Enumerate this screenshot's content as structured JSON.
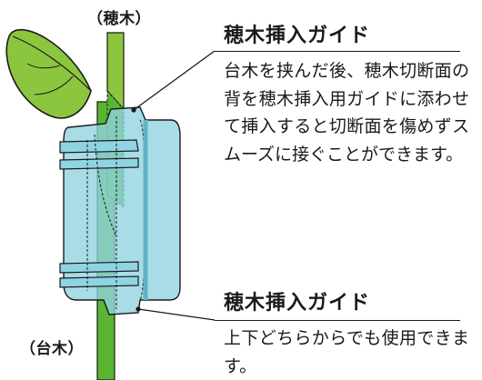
{
  "labels": {
    "scion": "（穂木）",
    "rootstock": "（台木）"
  },
  "sections": [
    {
      "heading": "穂木挿入ガイド",
      "body": "台木を挟んだ後、穂木切断面の背を穂木挿入用ガイドに添わせて挿入すると切断面を傷めずスムーズに接ぐことができます。"
    },
    {
      "heading": "穂木挿入ガイド",
      "body": "上下どちらからでも使用できます。"
    }
  ],
  "colors": {
    "leaf": "#8cc63f",
    "stem": "#5bb532",
    "clip": "#8fd4e2",
    "clip_dark": "#5fb3c6",
    "outline": "#1a1a1a"
  }
}
